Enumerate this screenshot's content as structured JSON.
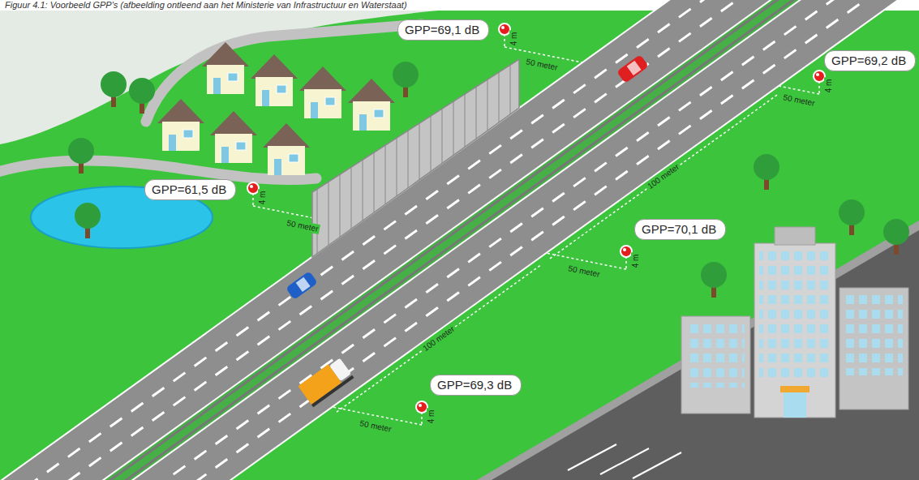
{
  "diagram": {
    "caption": "Figuur 4.1: Voorbeeld GPP's (afbeelding ontleend aan het Ministerie van Infrastructuur en Waterstaat)",
    "nodes": [
      {
        "text": [
          "GPP=69,1 dB"
        ]
      },
      {
        "text": [
          "GPP=69,2 dB"
        ]
      },
      {
        "text": [
          "GPP=61,5 dB"
        ]
      },
      {
        "text": [
          "GPP=70,1 dB"
        ]
      },
      {
        "text": [
          "GPP=69,3 dB"
        ]
      }
    ],
    "labels": [
      "4 m",
      "50 meter",
      "4 m",
      "50 meter",
      "4 m",
      "50 meter",
      "100 meter",
      "4 m",
      "50 meter",
      "100 meter",
      "4 m",
      "50 meter"
    ]
  }
}
